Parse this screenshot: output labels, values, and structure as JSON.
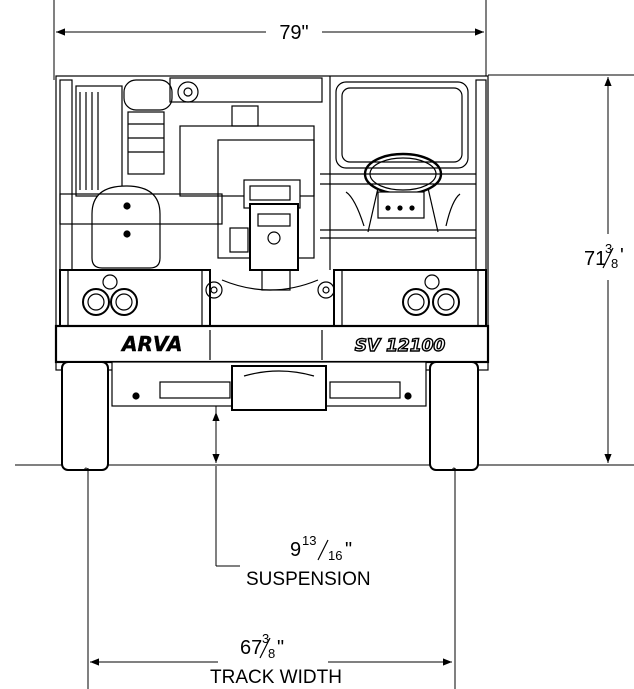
{
  "diagram": {
    "model": "SV 12100",
    "brand_logo": "ARVA",
    "dimensions": {
      "overall_width": {
        "whole": "79\""
      },
      "overall_height": {
        "whole": "71",
        "num": "3",
        "den": "8",
        "unit": "'"
      },
      "ground_clearance": {
        "whole": "9",
        "num": "13",
        "den": "16",
        "unit": "\"",
        "caption": "SUSPENSION"
      },
      "track_width": {
        "whole": "67",
        "num": "3",
        "den": "8",
        "unit": "\"",
        "caption": "TRACK WIDTH"
      }
    },
    "colors": {
      "line": "#000000",
      "background": "#ffffff"
    }
  }
}
